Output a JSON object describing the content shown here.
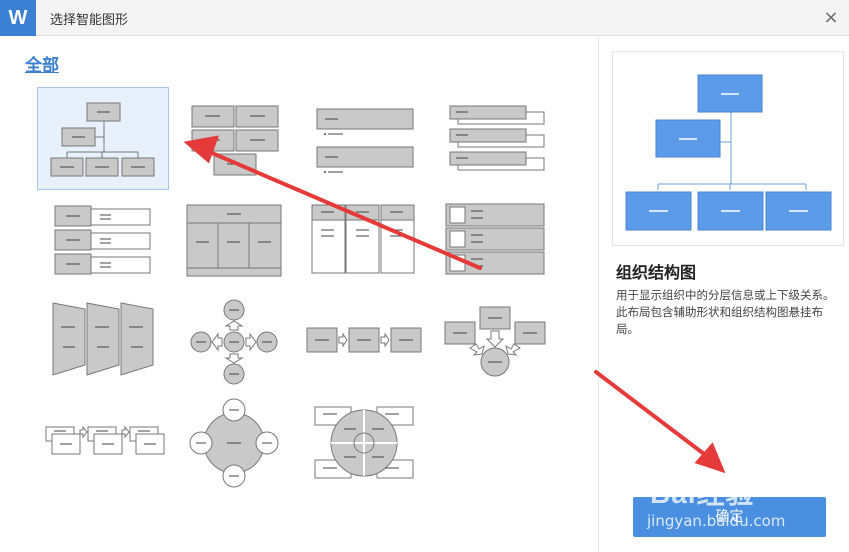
{
  "window": {
    "title": "选择智能图形",
    "logo": "W",
    "close_icon": "×"
  },
  "category": {
    "label": "全部"
  },
  "preview": {
    "title": "组织结构图",
    "description": "用于显示组织中的分层信息或上下级关系。此布局包含辅助形状和组织结构图悬挂布局。"
  },
  "buttons": {
    "ok": "确定"
  },
  "watermark": {
    "brand": "Bai经验",
    "url": "jingyan.baidu.com"
  },
  "colors": {
    "accent": "#3b7fd2",
    "shape_fill": "#c9c9c9",
    "shape_stroke": "#777777",
    "preview_fill": "#5b9be8",
    "arrow": "#e53a3a"
  },
  "thumbnails": [
    "org-chart",
    "block-list",
    "horizontal-list",
    "stacked-list",
    "labeled-list",
    "table-hierarchy",
    "column-list",
    "picture-list",
    "funnel-panels",
    "radial-arrows",
    "process-flow",
    "converging-arrows",
    "step-process",
    "radial-cycle",
    "matrix-cycle"
  ]
}
